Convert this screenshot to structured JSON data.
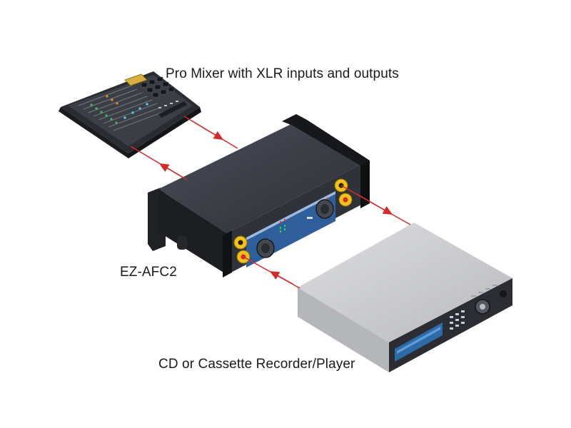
{
  "labels": {
    "mixer": "Pro Mixer with XLR inputs and outputs",
    "converter": "EZ-AFC2",
    "player": "CD or Cassette Recorder/Player"
  },
  "colors": {
    "signal": "#d42a2a",
    "device_dark": "#2e3137",
    "device_top": "#3e424a",
    "panel_blue": "#2f5f9a",
    "jack_yellow": "#f2c21b",
    "player_body": "#c8c8cc",
    "player_front": "#2a2a2e"
  },
  "icons": {
    "mixer": "mixer-console-icon",
    "converter": "audio-converter-icon",
    "player": "cd-player-icon"
  }
}
